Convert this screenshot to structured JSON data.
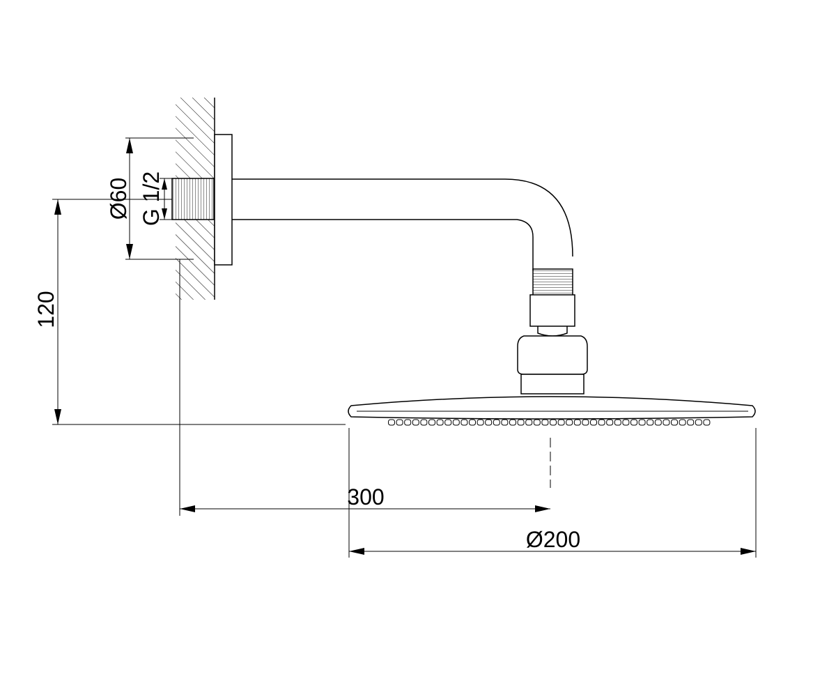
{
  "drawing": {
    "subject": "Wall-mounted shower arm with round rain shower head - dimension drawing",
    "dimensions": {
      "flange_diameter": "Ø60",
      "thread_size": "G 1/2",
      "height_drop": "120",
      "projection": "300",
      "head_diameter": "Ø200"
    },
    "colors": {
      "line": "#000000",
      "background": "#ffffff"
    }
  }
}
